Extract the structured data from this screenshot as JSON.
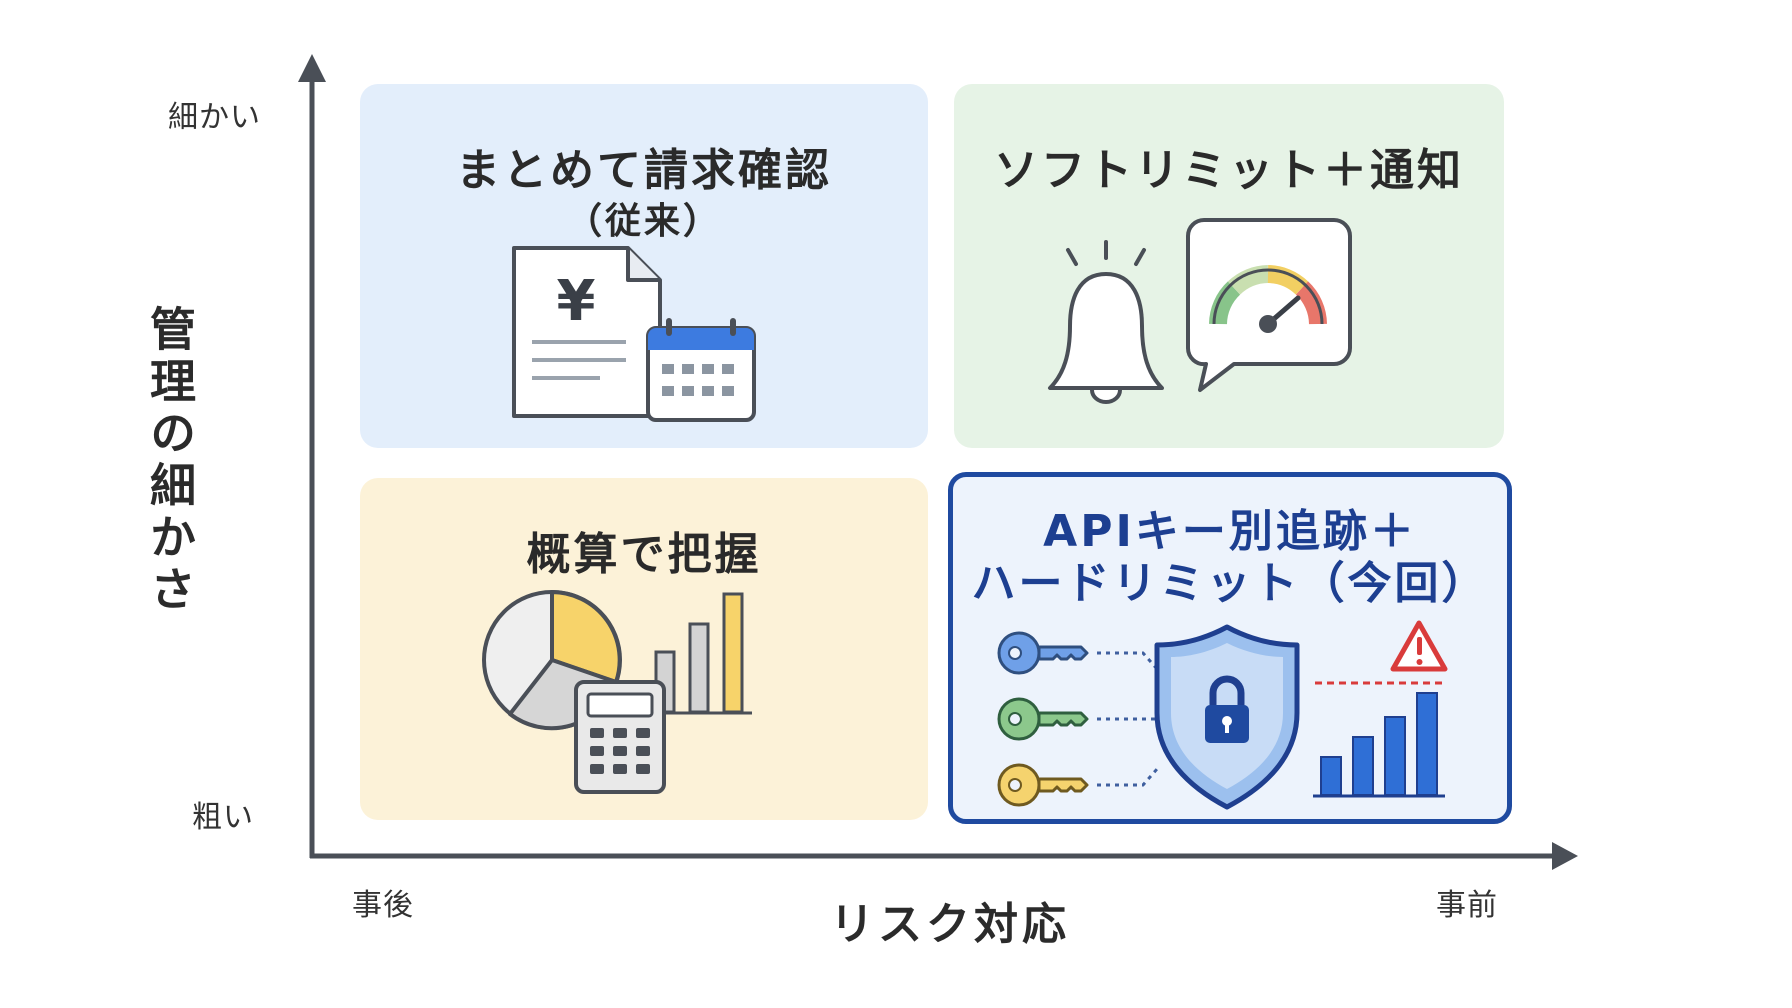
{
  "axes": {
    "y_title": "管理の細かさ",
    "y_top_label": "細かい",
    "y_bottom_label": "粗い",
    "x_title": "リスク対応",
    "x_left_label": "事後",
    "x_right_label": "事前"
  },
  "quadrants": {
    "top_left": {
      "title": "まとめて請求確認",
      "subtitle": "（従来）",
      "icon_symbol": "¥"
    },
    "top_right": {
      "title": "ソフトリミット＋通知"
    },
    "bottom_left": {
      "title": "概算で把握"
    },
    "bottom_right": {
      "title_line1": "APIキー別追跡＋",
      "title_line2": "ハードリミット（今回）"
    }
  },
  "colors": {
    "top_left_bg": "#e3eefb",
    "top_right_bg": "#e6f3e6",
    "bottom_left_bg": "#fcf2d8",
    "bottom_right_bg": "#edf3fc",
    "bottom_right_border": "#1f4aa0",
    "axis": "#4a4f57",
    "accent_blue": "#2f6fd6",
    "accent_green": "#7fbf7f",
    "accent_yellow": "#f5d36e",
    "accent_red": "#d93b3b"
  },
  "icons": {
    "top_left": [
      "invoice-yen-icon",
      "calendar-icon"
    ],
    "top_right": [
      "bell-icon",
      "gauge-speech-bubble-icon"
    ],
    "bottom_left": [
      "pie-chart-icon",
      "bar-chart-icon",
      "calculator-icon"
    ],
    "bottom_right": [
      "key-icon",
      "shield-lock-icon",
      "warning-icon",
      "bar-chart-limit-icon"
    ]
  }
}
